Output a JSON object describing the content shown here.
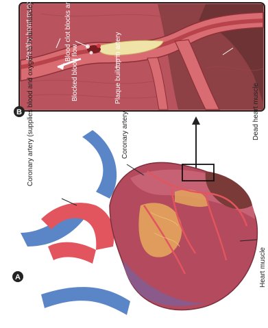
{
  "panels": {
    "a": {
      "marker": "A"
    },
    "b": {
      "marker": "B"
    }
  },
  "labels": {
    "coronary_artery_supplies": "Coronary artery (supplies blood and oxygen to heart muscle)",
    "coronary_artery": "Coronary artery",
    "heart_muscle": "Heart muscle",
    "dead_heart_muscle": "Dead heart muscle",
    "healthy_heart_muscle": "Healthy heart muscle",
    "blood_clot_blocks_artery": "Blood clot blocks artery",
    "blocked_blood_flow": "Blocked blood flow",
    "plaque_buildup": "Plaque buildup in artery"
  },
  "colors": {
    "heart_muscle": "#b34a5e",
    "artery_red": "#d9505a",
    "vein_blue": "#5a86c8",
    "plaque_yellow": "#f0e3a8",
    "dead_tissue": "#7a3a38",
    "text": "#222222"
  }
}
